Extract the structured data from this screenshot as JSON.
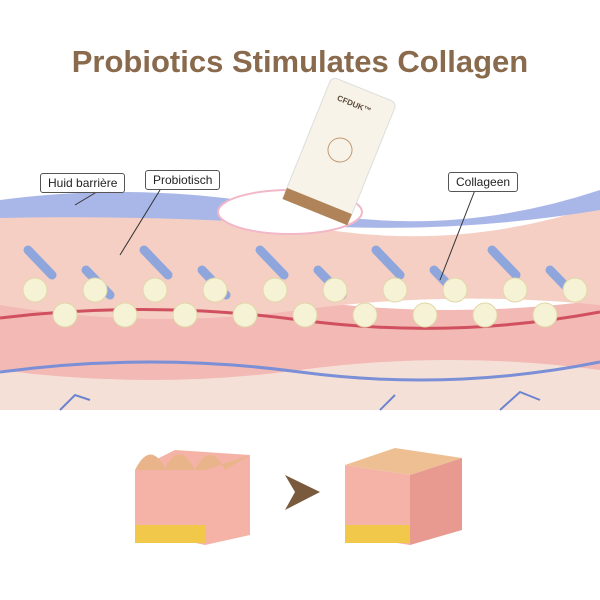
{
  "title": "Probiotics Stimulates Collagen",
  "labels": {
    "skin_barrier": "Huid barrière",
    "probiotic": "Probiotisch",
    "collagen": "Collageen"
  },
  "product": {
    "brand": "CFDUK™"
  },
  "colors": {
    "title": "#8a6a4c",
    "arrow": "#7a5a3c",
    "collagen_ball": "#f6f2d6",
    "probiotic": "#8fa6dd"
  }
}
